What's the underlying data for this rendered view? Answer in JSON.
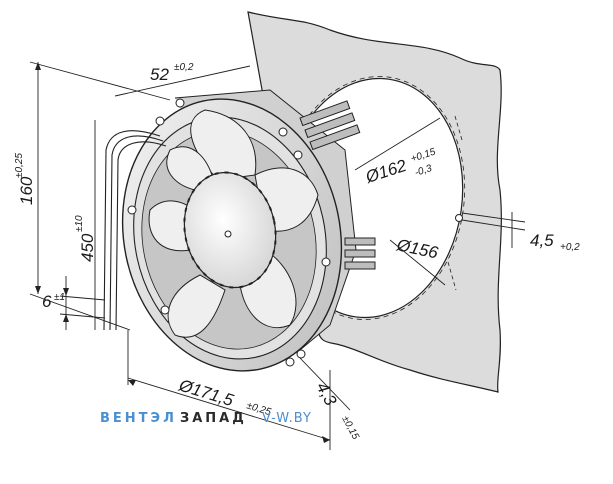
{
  "dimensions": {
    "depth": {
      "value": "52",
      "tol": "±0,2"
    },
    "height": {
      "value": "160",
      "tol": "±0,25"
    },
    "cable_length": {
      "value": "450",
      "tol": "±10"
    },
    "wire_offset": {
      "value": "6",
      "tol": "±1"
    },
    "diameter_outer": {
      "value": "Ø171,5",
      "tol": "±0,25"
    },
    "hole": {
      "value": "4,3",
      "tol": "±0,15"
    },
    "panel_cutout": {
      "value": "Ø162",
      "tol_plus": "+0,15",
      "tol_minus": "-0,3"
    },
    "panel_inner": {
      "value": "Ø156"
    },
    "mount_hole": {
      "value": "4,5",
      "tol": "+0,2"
    }
  },
  "watermark": {
    "text_a": "ВЕНТЭЛ",
    "text_b": "ЗАПАД",
    "text_c": "V-W.BY"
  },
  "colors": {
    "panel": "#dcdcdc",
    "fan_light": "#efefef",
    "fan_mid": "#c9c9c9",
    "line": "#222222",
    "watermark_a": "#4a8fd0",
    "watermark_b": "#2a2a2a"
  }
}
